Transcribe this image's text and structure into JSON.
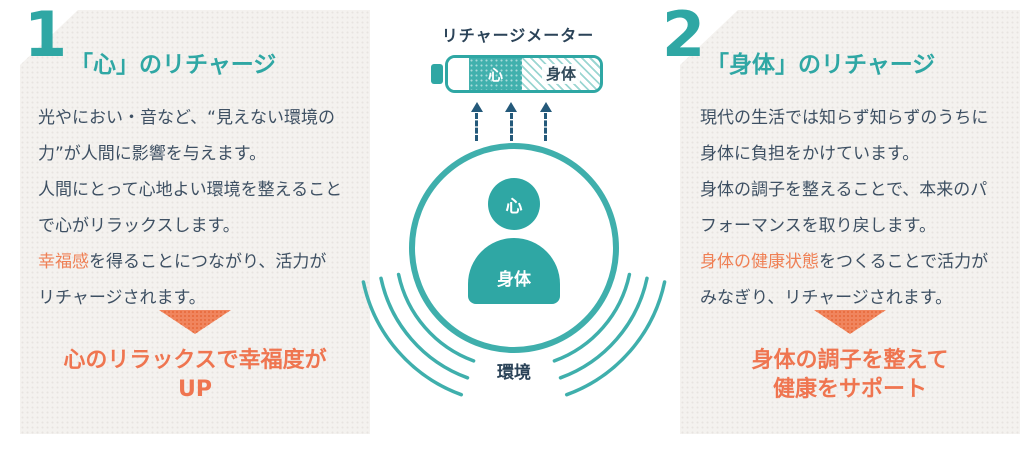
{
  "colors": {
    "teal": "#2fa7a4",
    "navy": "#2b4358",
    "body_text": "#3e5063",
    "orange": "#ef7550",
    "highlight_orange": "#ef8055",
    "card_background": "#f4f2ef"
  },
  "cards": [
    {
      "number": "1",
      "title": "「心」のリチャージ",
      "lines": [
        "光やにおい・音など、“見えない環境の",
        "力”が人間に影響を与えます。",
        "人間にとって心地よい環境を整えること",
        "で心がリラックスします。"
      ],
      "highlight": "幸福感",
      "after_highlight": "を得ることにつながり、活力が",
      "last_line": "リチャージされます。",
      "conclusion_line1": "心のリラックスで幸福度が",
      "conclusion_line2": "UP"
    },
    {
      "number": "2",
      "title": "「身体」のリチャージ",
      "lines": [
        "現代の生活では知らず知らずのうちに",
        "身体に負担をかけています。",
        "身体の調子を整えることで、本来のパ",
        "フォーマンスを取り戻します。"
      ],
      "highlight": "身体の健康状態",
      "after_highlight": "をつくることで活力が",
      "last_line": "みなぎり、リチャージされます。",
      "conclusion_line1": "身体の調子を整えて",
      "conclusion_line2": "健康をサポート"
    }
  ],
  "center": {
    "meter_label": "リチャージメーター",
    "battery": {
      "mind_label": "心",
      "body_label": "身体"
    },
    "person": {
      "mind_label": "心",
      "body_label": "身体"
    },
    "environment_label": "環境"
  }
}
